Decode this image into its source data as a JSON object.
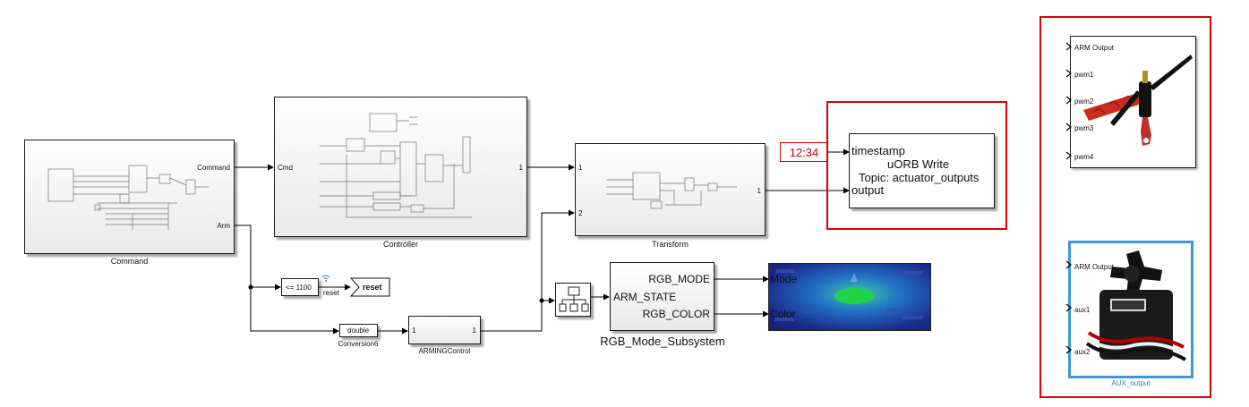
{
  "blocks": {
    "command": {
      "name": "Command",
      "out_command": "Command",
      "out_arm": "Arm"
    },
    "controller": {
      "name": "Controller",
      "in_cmd": "Cmd",
      "out_1": "1"
    },
    "transform": {
      "name": "Transform",
      "in_1": "1",
      "in_2": "2",
      "out_1": "1"
    },
    "compare": {
      "expr": "<= 1100",
      "label": "reset"
    },
    "goto_reset": {
      "tag": "reset"
    },
    "conversion": {
      "type": "double",
      "name": "Conversion6"
    },
    "arming_control": {
      "name": "ARMINGControl",
      "in_1": "1",
      "out_1": "1"
    },
    "rgb_subsystem": {
      "name": "RGB_Mode_Subsystem",
      "in_arm_state": "ARM_STATE",
      "out_rgb_mode": "RGB_MODE",
      "out_rgb_color": "RGB_COLOR"
    },
    "led_display": {
      "in_mode": "Mode",
      "in_color": "Color"
    },
    "clock": {
      "value": "12:34"
    },
    "uorb_write": {
      "in_timestamp": "timestamp",
      "title": "uORB Write",
      "topic": "Topic: actuator_outputs",
      "in_output": "output"
    },
    "arm_output_block": {
      "ports": [
        "ARM Output",
        "pwm1",
        "pwm2",
        "pwm3",
        "pwm4"
      ]
    },
    "aux_output_block": {
      "ports": [
        "ARM Output",
        "aux1",
        "aux2"
      ],
      "name": "AUX_output"
    }
  },
  "colors": {
    "highlight": "#e00000",
    "selected": "#3a9ad9",
    "wire": "#000000",
    "led_bg": "#1b2a8a",
    "led_glow": "#22d24a"
  }
}
